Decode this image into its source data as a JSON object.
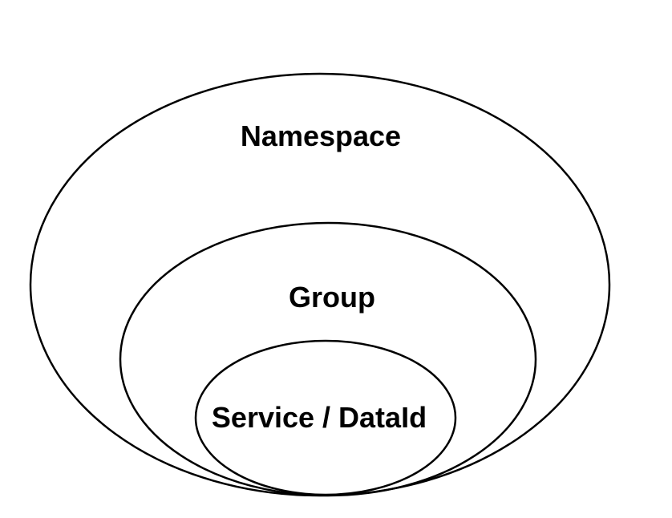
{
  "diagram": {
    "type": "nested-ellipses",
    "background_color": "#ffffff",
    "stroke_color": "#000000",
    "text_color": "#000000",
    "levels": [
      {
        "id": "namespace",
        "label": "Namespace"
      },
      {
        "id": "group",
        "label": "Group"
      },
      {
        "id": "service-dataid",
        "label": "Service / DataId"
      }
    ]
  }
}
